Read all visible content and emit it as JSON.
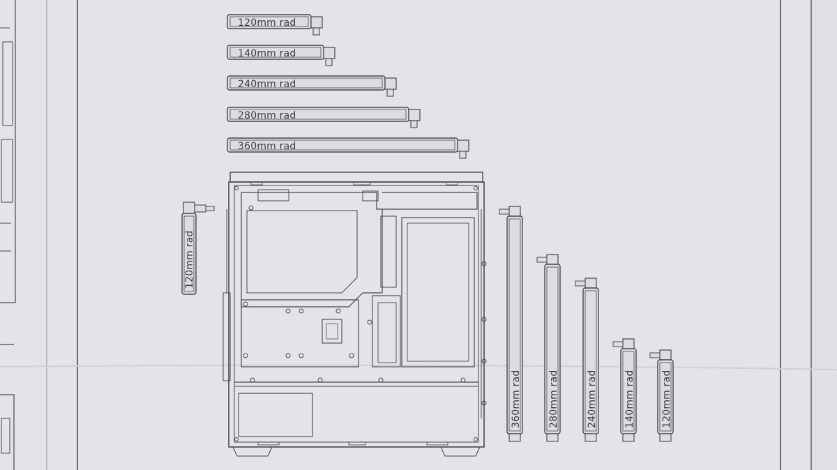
{
  "manual_page": {
    "horizontal_radiators": [
      {
        "label": "120mm rad"
      },
      {
        "label": "140mm rad"
      },
      {
        "label": "240mm rad"
      },
      {
        "label": "280mm rad"
      },
      {
        "label": "360mm rad"
      }
    ],
    "rear_radiator": {
      "label": "120mm rad"
    },
    "vertical_radiators": [
      {
        "label": "360mm rad"
      },
      {
        "label": "280mm rad"
      },
      {
        "label": "240mm rad"
      },
      {
        "label": "140mm rad"
      },
      {
        "label": "120mm rad"
      }
    ]
  },
  "colors": {
    "paper": "#e3e3e8",
    "line": "#47474c",
    "text": "#3a3a3e"
  }
}
